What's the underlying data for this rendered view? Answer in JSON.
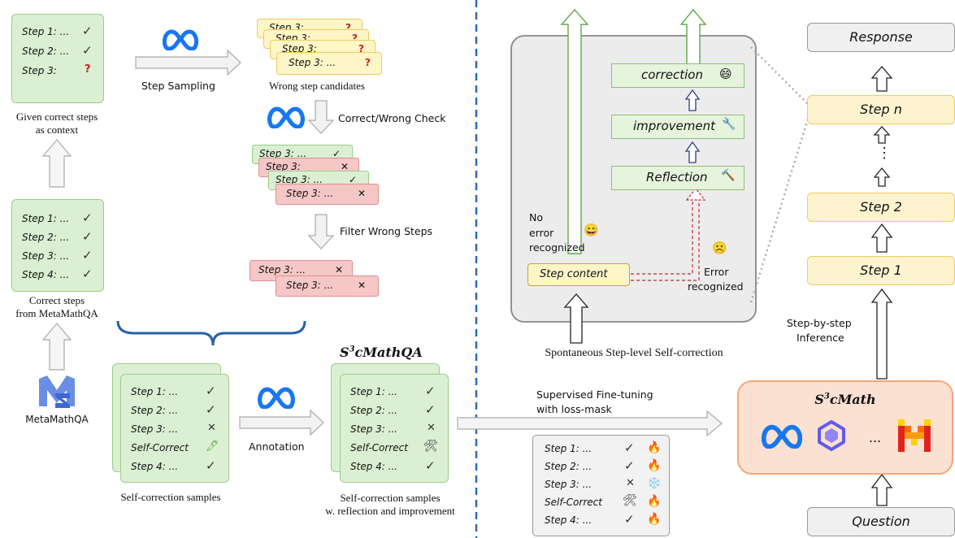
{
  "left": {
    "context_card": {
      "rows": [
        {
          "label": "Step 1: ...",
          "mark": "✓"
        },
        {
          "label": "Step 2: ...",
          "mark": "✓"
        },
        {
          "label": "Step 3:",
          "mark": "?"
        }
      ],
      "caption_line1": "Given correct steps",
      "caption_line2": "as context"
    },
    "correct_card": {
      "rows": [
        {
          "label": "Step 1: ...",
          "mark": "✓"
        },
        {
          "label": "Step 2: ...",
          "mark": "✓"
        },
        {
          "label": "Step 3: ...",
          "mark": "✓"
        },
        {
          "label": "Step 4: ...",
          "mark": "✓"
        }
      ],
      "caption_line1": "Correct steps",
      "caption_line2": "from MetaMathQA"
    },
    "metamath_label": "MetaMathQA",
    "step_sampling": "Step Sampling",
    "wrong_candidates": {
      "rows": [
        {
          "label": "Step 3:",
          "mark": "?"
        },
        {
          "label": "Step 3:",
          "mark": "?"
        },
        {
          "label": "Step 3:",
          "mark": "?"
        },
        {
          "label": "Step 3: ...",
          "mark": "?"
        }
      ],
      "caption": "Wrong step candidates"
    },
    "check_label": "Correct/Wrong  Check",
    "checked_chips": [
      {
        "label": "Step 3: ...",
        "mark": "✓",
        "kind": "g"
      },
      {
        "label": "Step 3:",
        "mark": "✕",
        "kind": "r"
      },
      {
        "label": "Step 3: ...",
        "mark": "✓",
        "kind": "g"
      },
      {
        "label": "Step 3: ...",
        "mark": "✕",
        "kind": "r"
      }
    ],
    "filter_label": "Filter Wrong Steps",
    "filtered_chips": [
      {
        "label": "Step 3: ...",
        "mark": "✕"
      },
      {
        "label": "Step 3: ...",
        "mark": "✕"
      }
    ],
    "selfcorr_card": {
      "rows": [
        {
          "label": "Step 1: ...",
          "mark": "✓"
        },
        {
          "label": "Step 2: ...",
          "mark": "✓"
        },
        {
          "label": "Step 3: ...",
          "mark": "✕"
        },
        {
          "label": "Self-Correct",
          "mark": "🖊"
        },
        {
          "label": "Step 4: ...",
          "mark": "✓"
        }
      ],
      "caption": "Self-correction samples"
    },
    "annotation_label": "Annotation",
    "dataset_title_main": "S",
    "dataset_title_sup": "3",
    "dataset_title_rest": "cMathQA",
    "annot_card": {
      "rows": [
        {
          "label": "Step 1: ...",
          "mark": "✓"
        },
        {
          "label": "Step 2: ...",
          "mark": "✓"
        },
        {
          "label": "Step 3: ...",
          "mark": "✕"
        },
        {
          "label": "Self-Correct",
          "mark": "🛠"
        },
        {
          "label": "Step 4: ...",
          "mark": "✓"
        }
      ],
      "caption_line1": "Self-correction samples",
      "caption_line2": "w. reflection and improvement"
    }
  },
  "right": {
    "selfcorr_panel": {
      "correction": "correction",
      "correction_emoji": "😄",
      "improvement": "improvement",
      "improvement_icon": "🔧",
      "reflection": "Reflection",
      "reflection_icon": "🔨",
      "no_error_1": "No",
      "no_error_2": "error",
      "no_error_3": "recognized",
      "no_error_emoji": "😄",
      "step_content": "Step content",
      "error_1": "Error",
      "error_2": "recognized",
      "error_emoji": "☹️"
    },
    "panel_caption": "Spontaneous Step-level Self-correction",
    "sft_line1": "Supervised Fine-tuning",
    "sft_line2": "with loss-mask",
    "loss_table": [
      {
        "label": "Step 1: ...",
        "mark": "✓",
        "flag": "🔥"
      },
      {
        "label": "Step 2: ...",
        "mark": "✓",
        "flag": "🔥"
      },
      {
        "label": "Step 3: ...",
        "mark": "✕",
        "flag": "❄️"
      },
      {
        "label": "Self-Correct",
        "mark": "🛠",
        "flag": "🔥"
      },
      {
        "label": "Step 4: ...",
        "mark": "✓",
        "flag": "🔥"
      }
    ],
    "pipeline": {
      "response": "Response",
      "step_n": "Step n",
      "step_2": "Step 2",
      "step_1": "Step 1",
      "question": "Question",
      "inference_1": "Step-by-step",
      "inference_2": "Inference",
      "model_main": "S",
      "model_sup": "3",
      "model_rest": "cMath",
      "ellipsis": "...",
      "vdots": "⋮"
    }
  },
  "colors": {
    "green_fill": "#dbf0d2",
    "green_border": "#9ccb8a",
    "red_fill": "#f6c7c7",
    "yellow_fill": "#fff6c8",
    "meta_blue": "#1877f2",
    "divider_blue": "#2a6bb8",
    "brace_blue": "#2a5fa8",
    "model_fill": "#fbe1d2",
    "model_border": "#f0a878"
  },
  "icons": [
    "meta-logo-icon",
    "metamath-logo-icon",
    "qwen-logo-icon",
    "mistral-logo-icon",
    "checkmark-icon",
    "cross-icon",
    "question-mark-icon",
    "fire-icon",
    "snowflake-icon",
    "tools-icon",
    "hammer-icon",
    "wrench-icon",
    "smile-emoji-icon",
    "frown-emoji-icon"
  ]
}
